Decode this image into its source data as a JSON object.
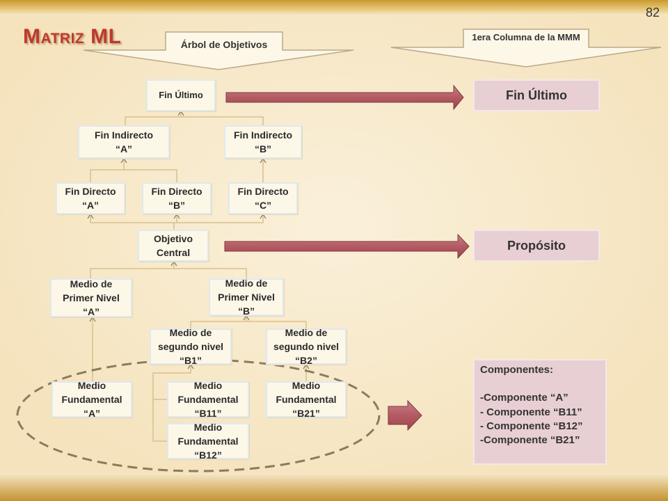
{
  "page": {
    "title": "Matriz ML",
    "number": "82"
  },
  "headers": {
    "left": "Árbol de Objetivos",
    "right": "1era Columna de la MMM"
  },
  "tree": {
    "fin_ultimo": "Fin Último",
    "fin_indirecto_a": "Fin Indirecto\n“A”",
    "fin_indirecto_b": "Fin Indirecto\n“B”",
    "fin_directo_a": "Fin Directo\n“A”",
    "fin_directo_b": "Fin Directo\n“B”",
    "fin_directo_c": "Fin Directo\n“C”",
    "objetivo_central": "Objetivo\nCentral",
    "medio_primer_a": "Medio de\nPrimer Nivel\n“A”",
    "medio_primer_b": "Medio de\nPrimer Nivel\n“B”",
    "medio_segundo_b1": "Medio de\nsegundo nivel\n“B1”",
    "medio_segundo_b2": "Medio de\nsegundo nivel\n“B2”",
    "medio_fund_a": "Medio\nFundamental\n“A”",
    "medio_fund_b11": "Medio\nFundamental\n“B11”",
    "medio_fund_b21": "Medio\nFundamental\n“B21”",
    "medio_fund_b12": "Medio\nFundamental\n“B12”"
  },
  "mmm": {
    "fin": "Fin Último",
    "proposito": "Propósito",
    "componentes_title": "Componentes:",
    "componentes": [
      "-Componente “A”",
      "- Componente “B11”",
      "- Componente “B12”",
      "-Componente “B21”"
    ]
  },
  "colors": {
    "arrow_fill": "#b45a63",
    "title": "#c0392b",
    "mmm_box": "#e8cfd3",
    "connector": "#d9bf8c"
  }
}
